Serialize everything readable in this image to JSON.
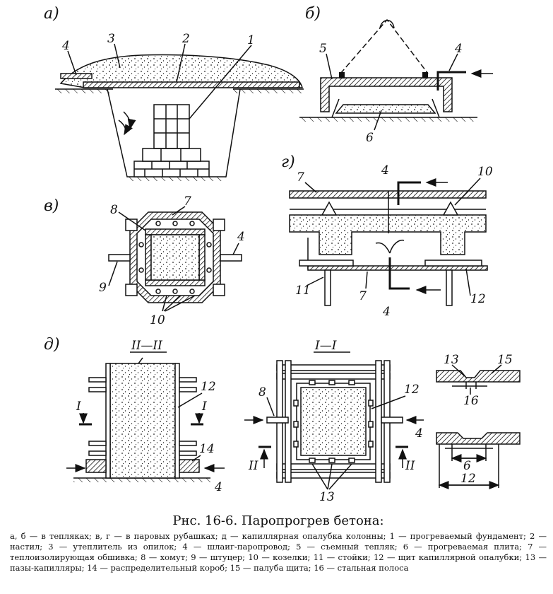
{
  "figure": {
    "panel_labels": {
      "a": "а)",
      "b": "б)",
      "v": "в)",
      "g": "г)",
      "d": "д)"
    },
    "section_labels": {
      "II_II": "II—II",
      "I_I": "I—I",
      "I": "I",
      "II": "II"
    },
    "callouts": [
      "1",
      "2",
      "3",
      "4",
      "5",
      "6",
      "7",
      "8",
      "9",
      "10",
      "11",
      "12",
      "13",
      "14",
      "15",
      "16"
    ],
    "dimensions": {
      "inner": "6",
      "outer": "12"
    }
  },
  "caption": {
    "title": "Рнс. 16-6. Паропрогрев бетона:",
    "legend": "а, б — в тепляках; в, г — в паровых рубашках; д — капиллярная опалубка колонны; 1 — прогреваемый фундамент; 2 — настил; 3 — утеплитель из опилок; 4 — шлаиг-паропровод; 5 — съемный тепляк; 6 — прогреваемая плита; 7 — теплоизолирующая обшивка; 8 — хомут; 9 — штуцер; 10 — козелки; 11 — стойки; 12 — щит капиллярной опалубки; 13 — пазы-капилляры; 14 — распределительный короб; 15 — палуба щита; 16 — стальная полоса"
  }
}
